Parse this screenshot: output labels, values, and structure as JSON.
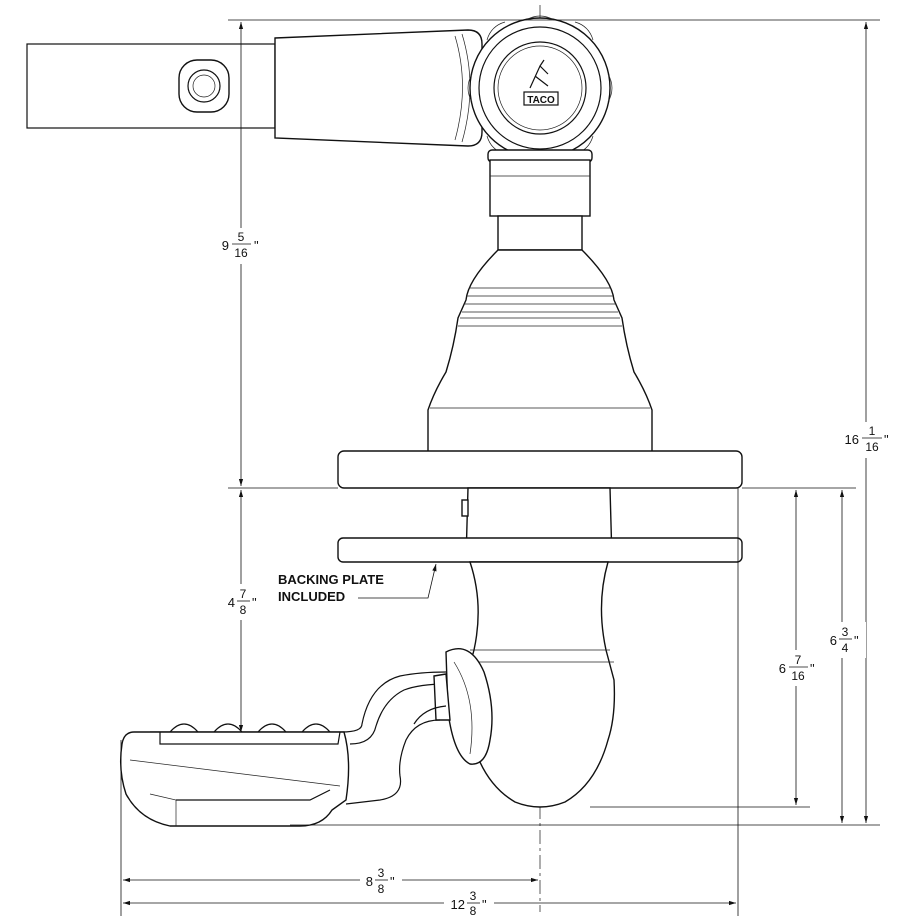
{
  "drawing": {
    "logo_text": "TACO",
    "note": {
      "line1": "BACKING PLATE",
      "line2": "INCLUDED"
    },
    "dimensions": {
      "upper_height": {
        "whole": "9",
        "num": "5",
        "den": "16",
        "unit": "\""
      },
      "lower_height": {
        "whole": "4",
        "num": "7",
        "den": "8",
        "unit": "\""
      },
      "overall_height": {
        "whole": "16",
        "num": "1",
        "den": "16",
        "unit": "\""
      },
      "body_depth": {
        "whole": "6",
        "num": "7",
        "den": "16",
        "unit": "\""
      },
      "lower_total": {
        "whole": "6",
        "num": "3",
        "den": "4",
        "unit": "\""
      },
      "handle_offset": {
        "whole": "8",
        "num": "3",
        "den": "8",
        "unit": "\""
      },
      "overall_width": {
        "whole": "12",
        "num": "3",
        "den": "8",
        "unit": "\""
      }
    }
  }
}
